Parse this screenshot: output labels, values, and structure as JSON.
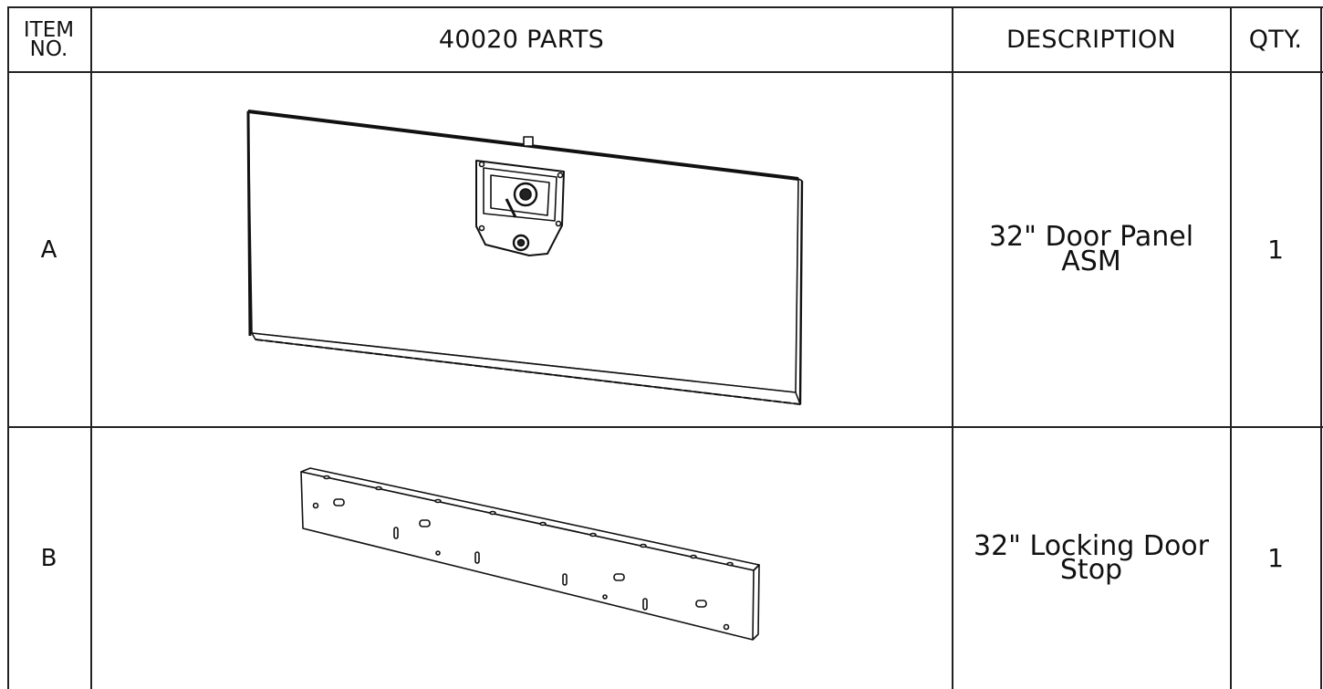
{
  "table": {
    "headers": {
      "item_no_line1": "ITEM",
      "item_no_line2": "NO.",
      "parts": "40020 PARTS",
      "description": "DESCRIPTION",
      "qty": "QTY."
    },
    "rows": [
      {
        "item": "A",
        "description_line1": "32\" Door Panel",
        "description_line2": "ASM",
        "qty": "1",
        "image": "door-panel-drawing"
      },
      {
        "item": "B",
        "description_line1": "32\" Locking Door",
        "description_line2": "Stop",
        "qty": "1",
        "image": "door-stop-drawing"
      }
    ]
  }
}
